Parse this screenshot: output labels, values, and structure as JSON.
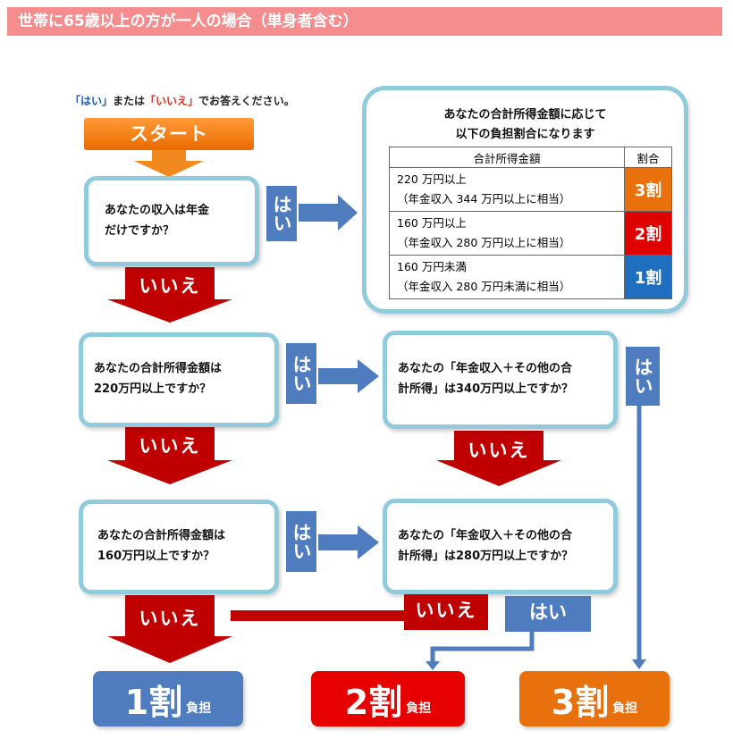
{
  "header": {
    "title": "世帯に65歳以上の方が一人の場合（単身者含む）"
  },
  "instruction": {
    "quote1": "「はい」",
    "mid": "または",
    "quote2": "「いいえ」",
    "tail": "でお答えください。"
  },
  "start": {
    "label": "スタート"
  },
  "questions": {
    "q1": "あなたの収入は年金\nだけですか？",
    "q2": "あなたの合計所得金額は\n220万円以上ですか？",
    "q3": "あなたの合計所得金額は\n160万円以上ですか？",
    "q4": "あなたの「年金収入＋その他の合\n計所得」は340万円以上ですか？",
    "q5": "あなたの「年金収入＋その他の合\n計所得」は280万円以上ですか？"
  },
  "labels": {
    "yes": "はい",
    "no": "いいえ"
  },
  "panel": {
    "heading_line1": "あなたの合計所得金額に応じて",
    "heading_line2": "以下の負担割合になります",
    "col_amount": "合計所得金額",
    "col_rate": "割合",
    "rows": [
      {
        "desc": "220 万円以上\n（年金収入 344 万円以上に相当）",
        "rate": "3割"
      },
      {
        "desc": "160 万円以上\n（年金収入 280 万円以上に相当）",
        "rate": "2割"
      },
      {
        "desc": "160 万円未満\n（年金収入 280 万円未満に相当）",
        "rate": "1割"
      }
    ]
  },
  "results": [
    {
      "rate": "1割",
      "suffix": "負担"
    },
    {
      "rate": "2割",
      "suffix": "負担"
    },
    {
      "rate": "3割",
      "suffix": "負担"
    }
  ],
  "colors": {
    "title_bar": "#f58d8e",
    "box_border": "#8fcbdc",
    "yes_blue": "#4f7bbf",
    "no_red": "#c00000",
    "rate_3": "#e8710e",
    "rate_2": "#e00000",
    "rate_1": "#1f6fc0",
    "result_1": "#4f7bbf",
    "result_2": "#e60000",
    "result_3": "#e8710e"
  }
}
